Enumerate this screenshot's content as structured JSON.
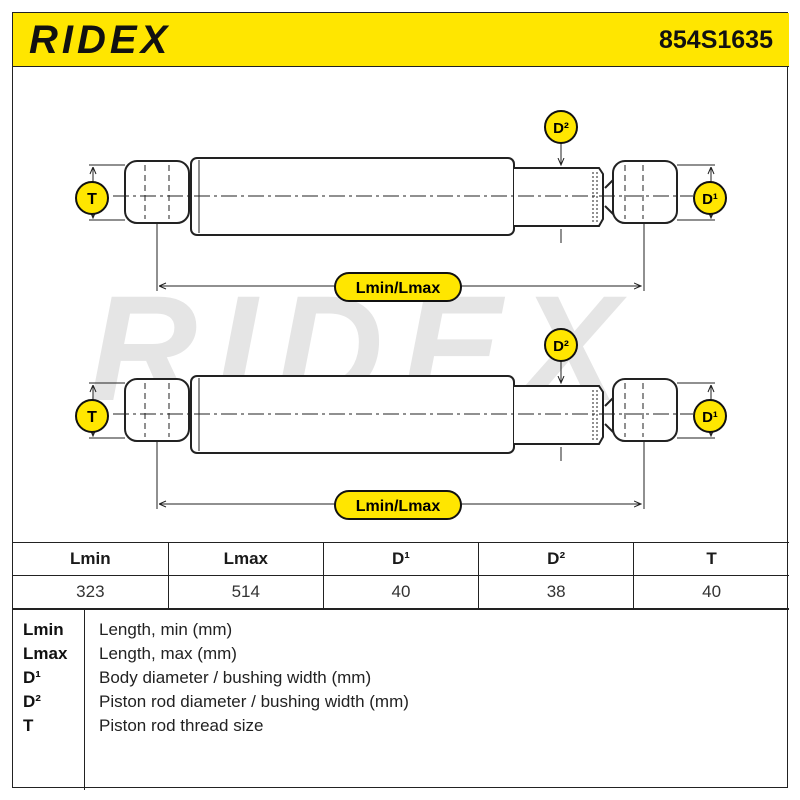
{
  "header": {
    "brand": "RIDEX",
    "part_number": "854S1635"
  },
  "drawing": {
    "watermark": "RIDEX",
    "labels": {
      "thread": "T",
      "body_diameter": "D¹",
      "rod_diameter": "D²",
      "length": "Lmin/Lmax"
    }
  },
  "specs": {
    "headers": [
      "Lmin",
      "Lmax",
      "D¹",
      "D²",
      "T"
    ],
    "values": [
      "323",
      "514",
      "40",
      "38",
      "40"
    ]
  },
  "legend": [
    {
      "abbr": "Lmin",
      "desc": "Length, min (mm)"
    },
    {
      "abbr": "Lmax",
      "desc": "Length, max (mm)"
    },
    {
      "abbr": "D¹",
      "desc": "Body diameter / bushing width (mm)"
    },
    {
      "abbr": "D²",
      "desc": "Piston rod diameter / bushing width (mm)"
    },
    {
      "abbr": "T",
      "desc": "Piston rod thread size"
    }
  ],
  "colors": {
    "brand_yellow": "#ffe600",
    "line": "#222222",
    "badge_outline": "#111111"
  }
}
